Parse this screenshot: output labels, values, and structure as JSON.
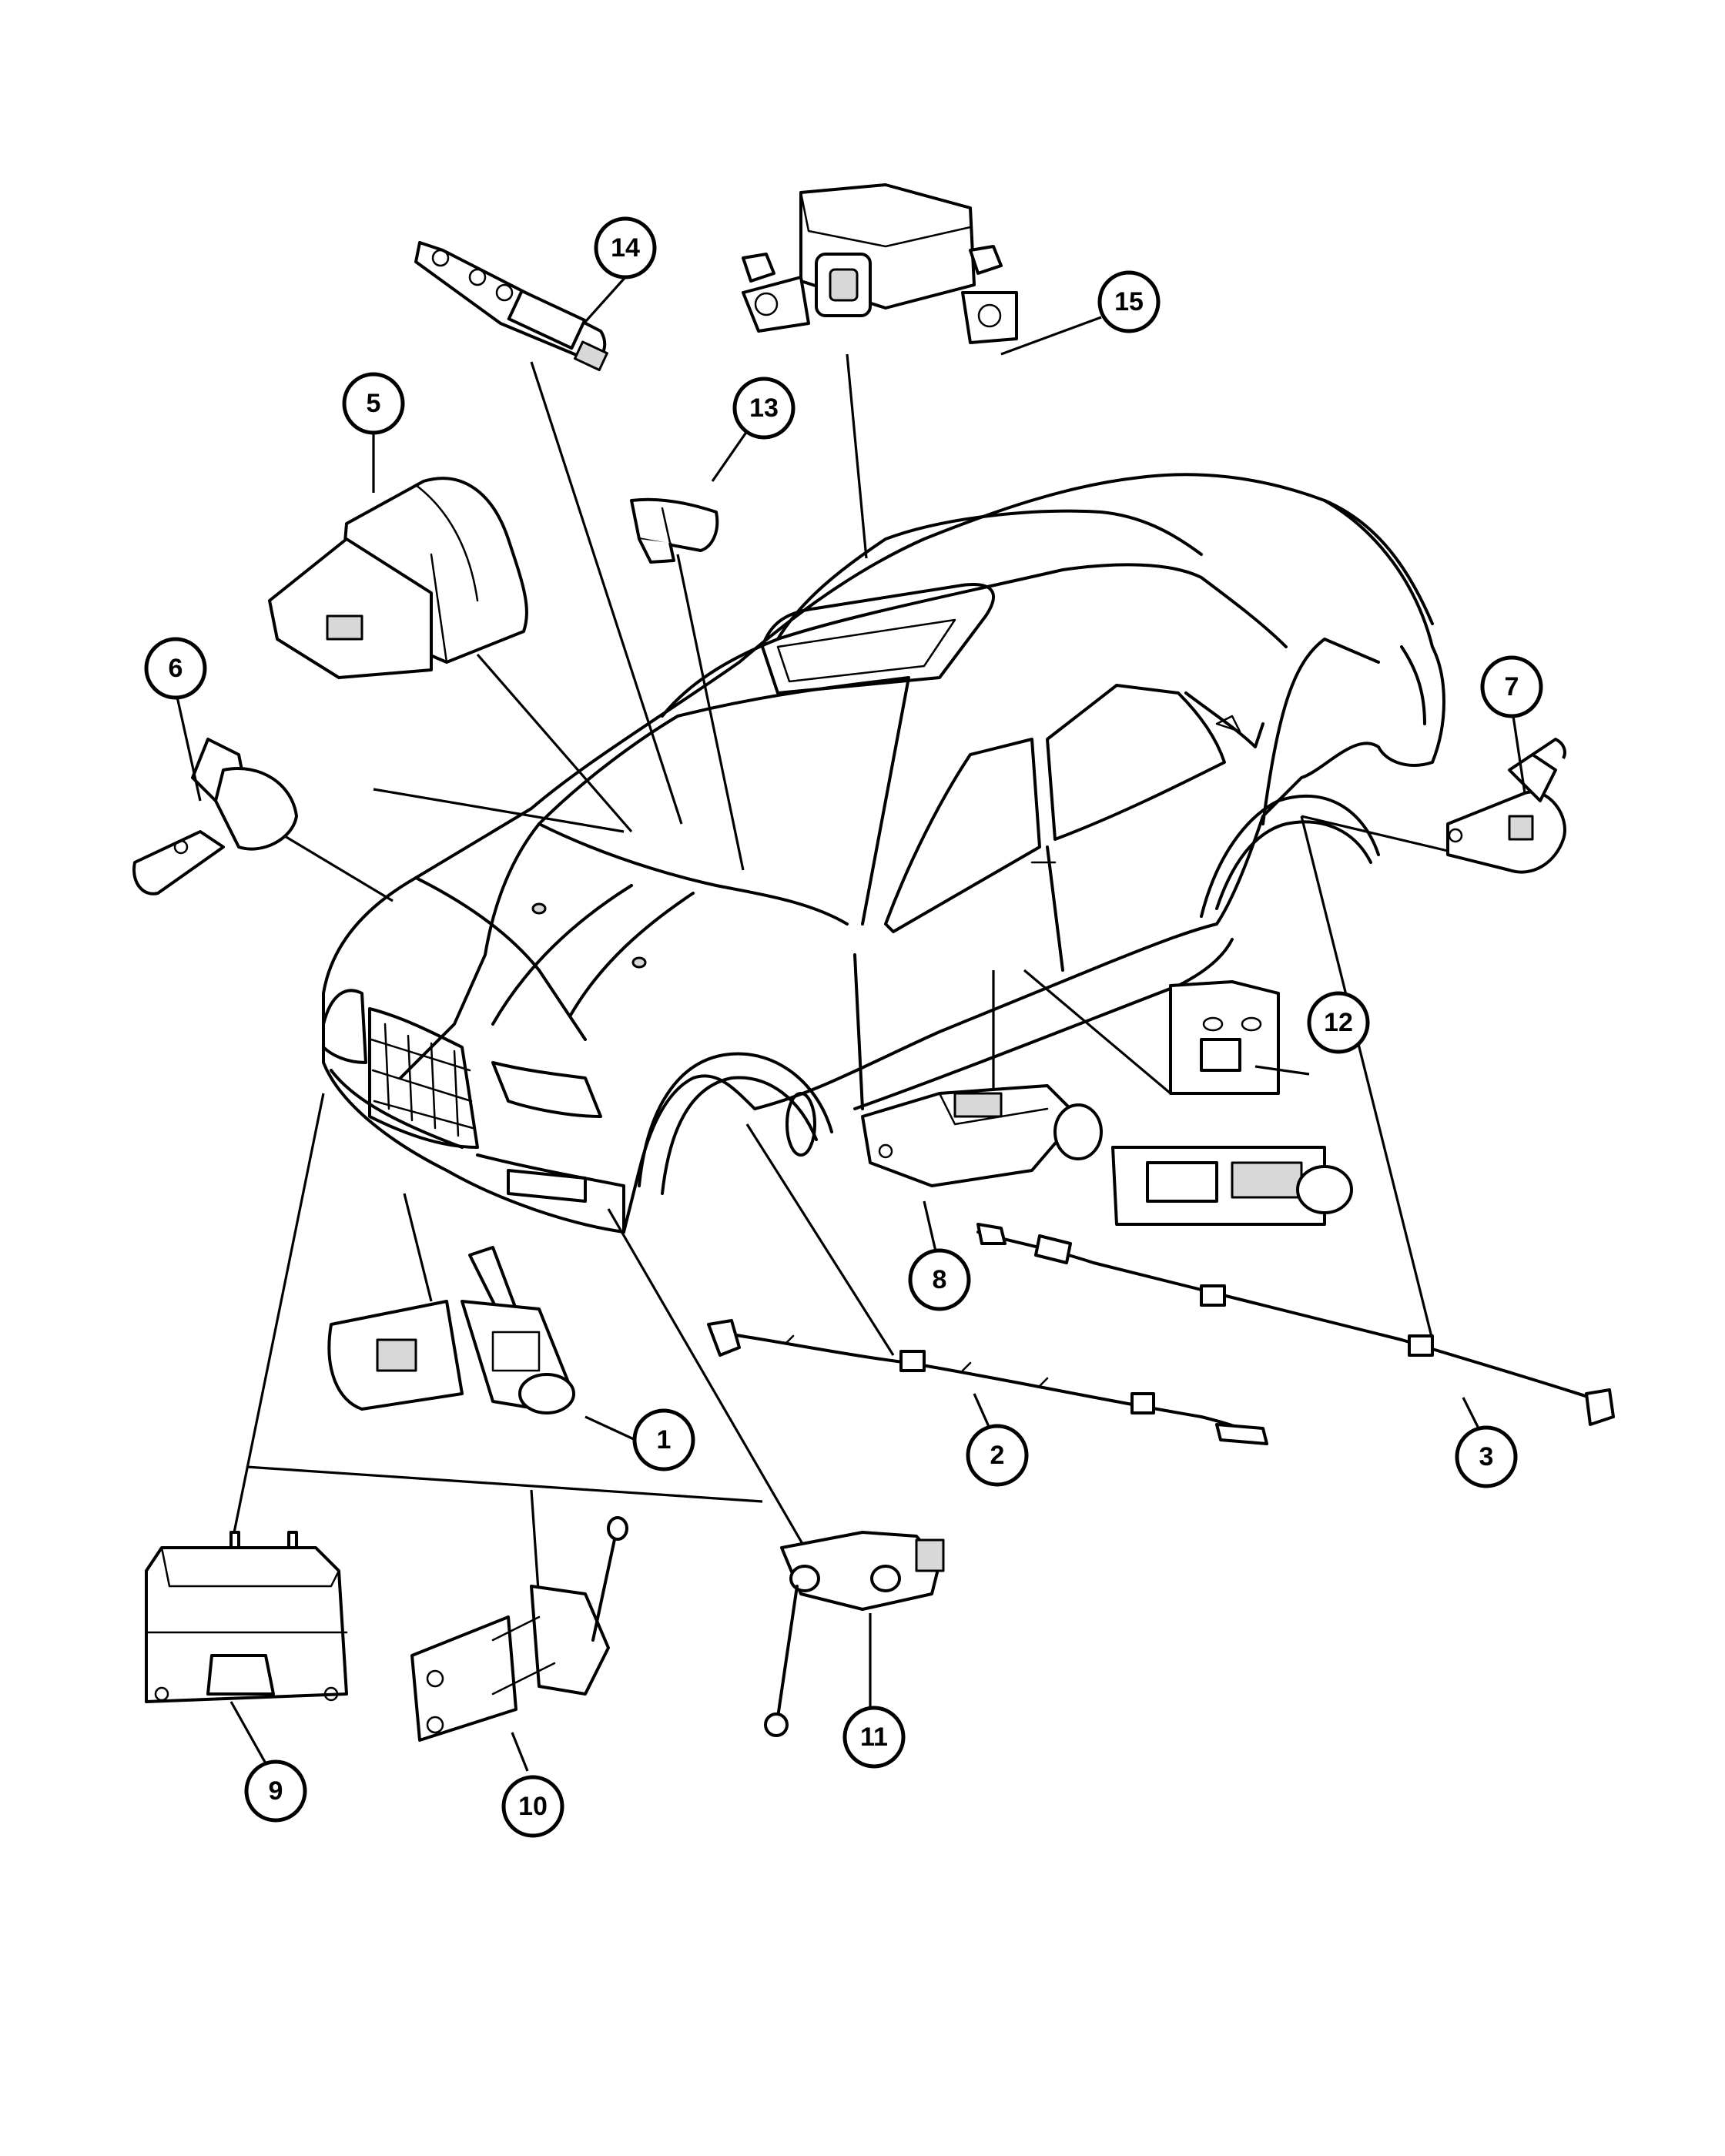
{
  "callouts": [
    "1",
    "2",
    "3",
    "5",
    "6",
    "7",
    "8",
    "9",
    "10",
    "11",
    "12",
    "13",
    "14",
    "15"
  ],
  "callout_values": {
    "c1": "1",
    "c2": "2",
    "c3": "3",
    "c5": "5",
    "c6": "6",
    "c7": "7",
    "c8": "8",
    "c9": "9",
    "c10": "10",
    "c11": "11",
    "c12": "12",
    "c13": "13",
    "c14": "14",
    "c15": "15"
  }
}
